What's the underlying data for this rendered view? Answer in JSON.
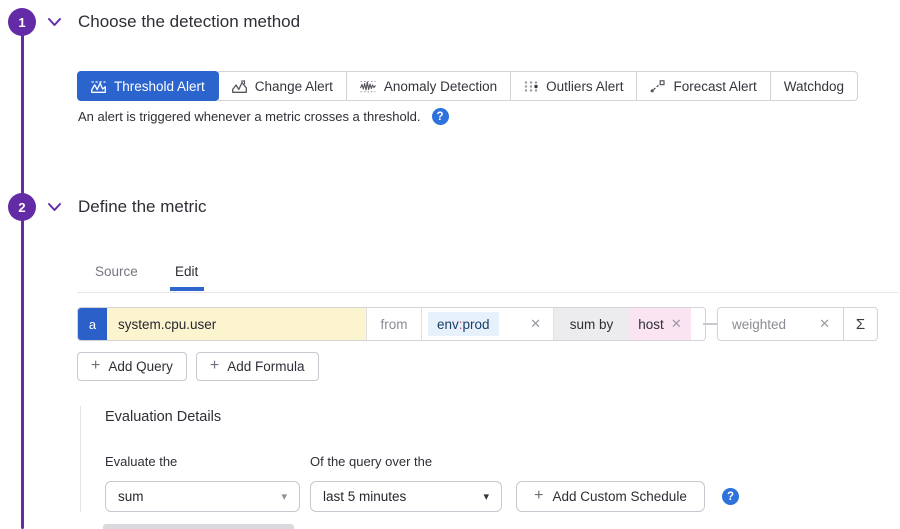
{
  "colors": {
    "accent_purple": "#632CA6",
    "primary_blue": "#2C64CE",
    "help_blue": "#2E72DC",
    "metric_field_yellow": "#FBF4CF",
    "filter_tag_blue": "#E6F1FB",
    "group_tag_pink": "#FBE4F2"
  },
  "icons": {
    "help": "?",
    "plus": "+",
    "close": "✕",
    "sigma": "Σ",
    "caret": "▾"
  },
  "step1": {
    "number": "1",
    "title": "Choose the detection method"
  },
  "step2": {
    "number": "2",
    "title": "Define the metric"
  },
  "detection": {
    "methods": [
      {
        "label": "Threshold Alert",
        "selected": true
      },
      {
        "label": "Change Alert",
        "selected": false
      },
      {
        "label": "Anomaly Detection",
        "selected": false
      },
      {
        "label": "Outliers Alert",
        "selected": false
      },
      {
        "label": "Forecast Alert",
        "selected": false
      },
      {
        "label": "Watchdog",
        "selected": false
      }
    ],
    "description": "An alert is triggered whenever a metric crosses a threshold."
  },
  "metric": {
    "tabs": {
      "source": "Source",
      "edit": "Edit"
    },
    "query": {
      "letter": "a",
      "name": "system.cpu.user",
      "from_label": "from",
      "filter": {
        "key": "env",
        "separator": ":",
        "value": "prod"
      },
      "space_aggregation": "sum by",
      "group": "host",
      "function": "weighted"
    },
    "add_query": "Add Query",
    "add_formula": "Add Formula"
  },
  "evaluation": {
    "title": "Evaluation Details",
    "evaluate_label": "Evaluate the",
    "evaluate_value": "sum",
    "window_label": "Of the query over the",
    "window_value": "last 5 minutes",
    "add_custom_schedule": "Add Custom Schedule"
  }
}
